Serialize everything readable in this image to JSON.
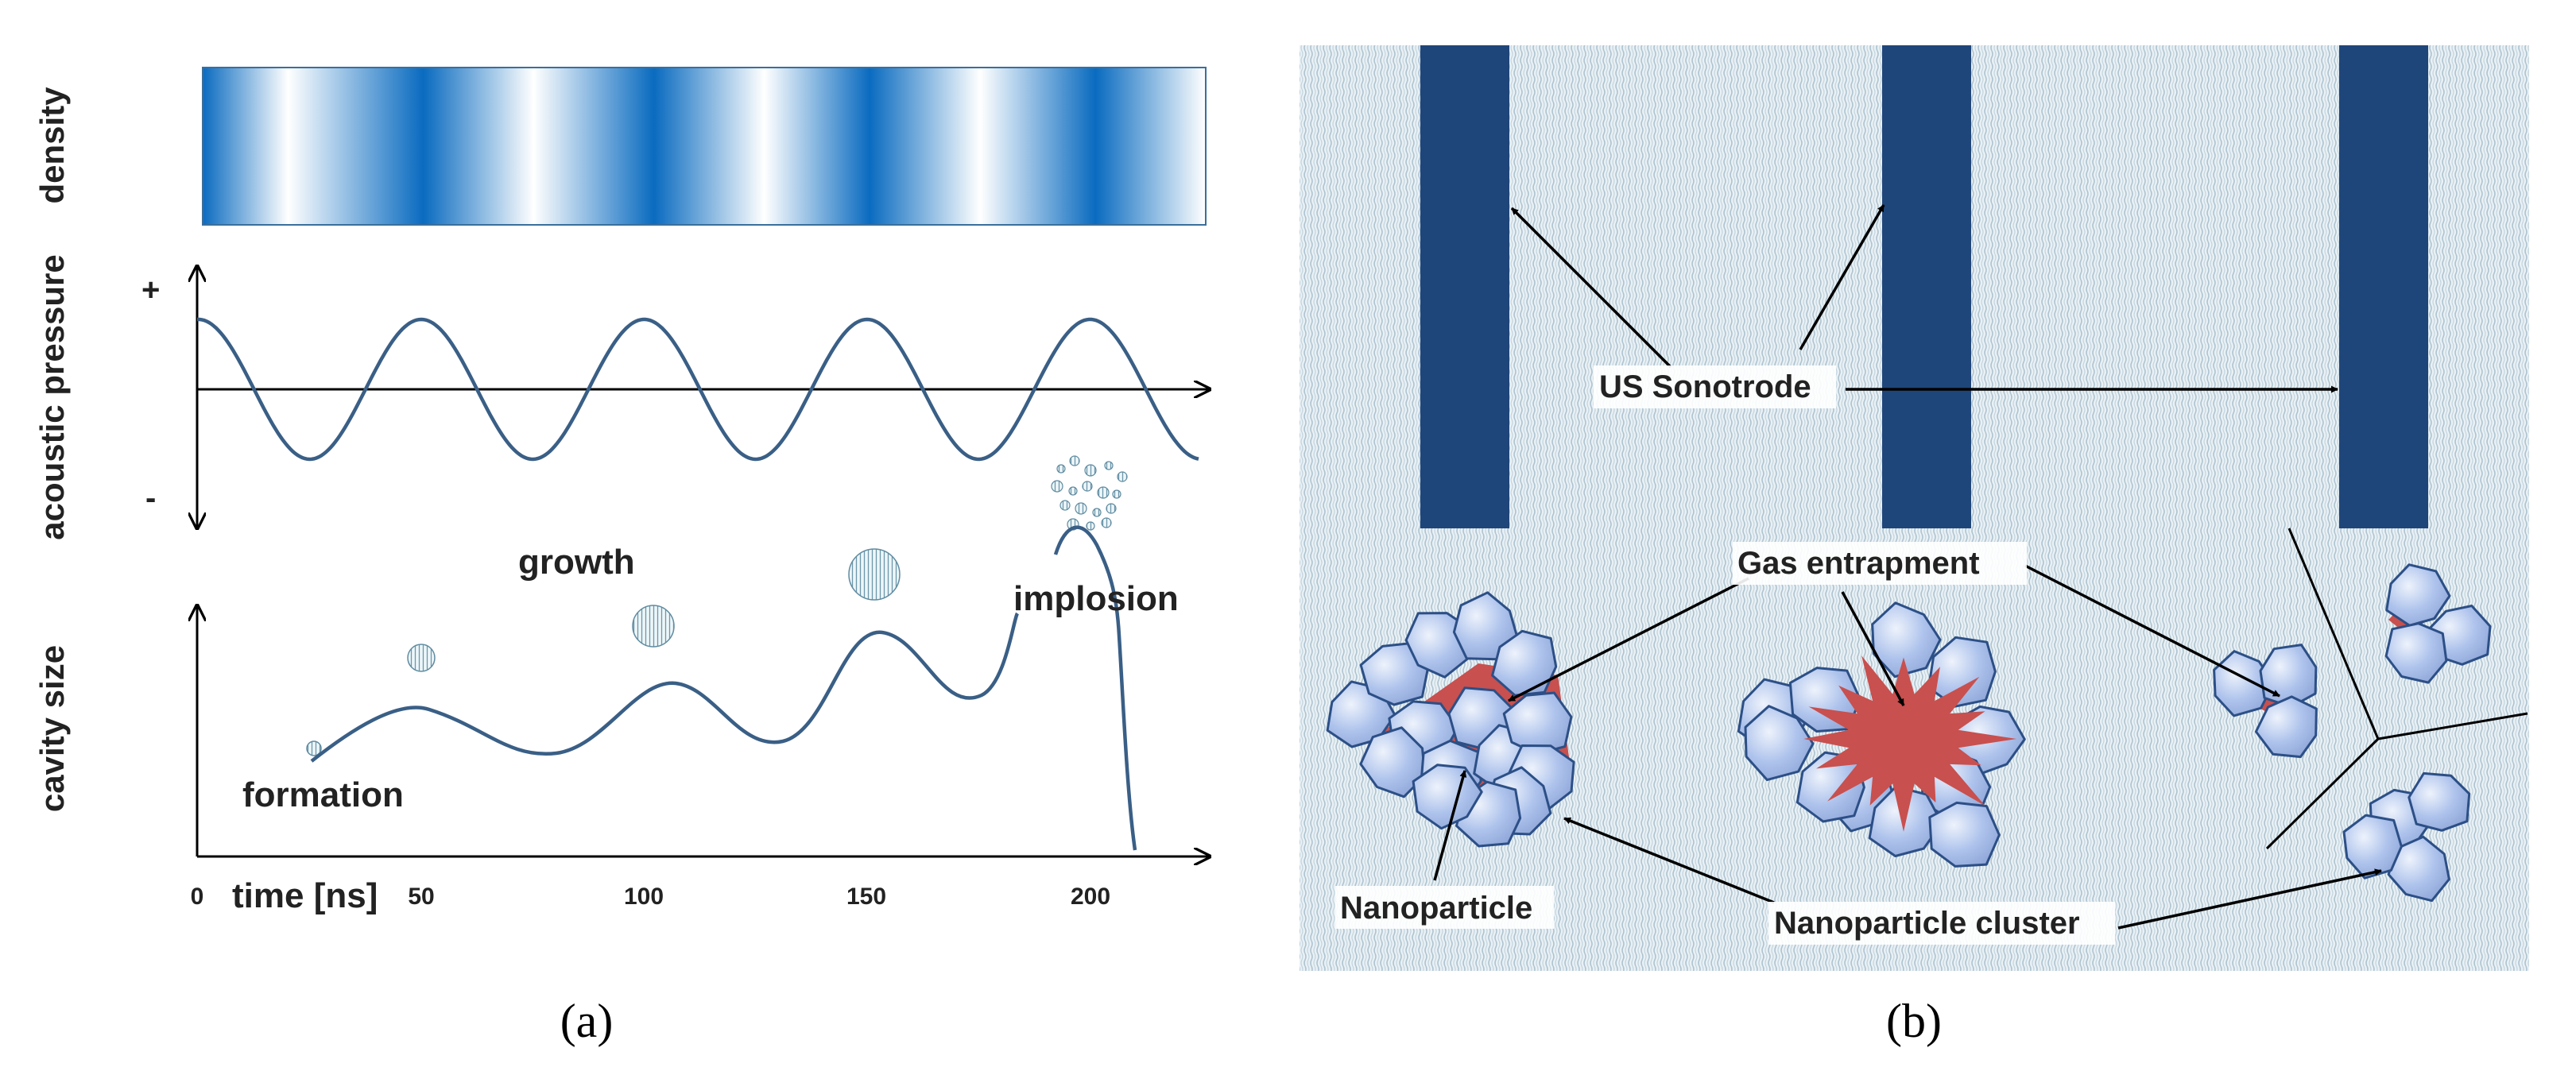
{
  "panel_a": {
    "caption": "(a)",
    "density_label": "density",
    "pressure_label": "acoustic pressure",
    "pressure_plus": "+",
    "pressure_minus": "-",
    "cavity_label": "cavity size",
    "x_axis_label": "time [ns]",
    "x_ticks": [
      "0",
      "50",
      "100",
      "150",
      "200"
    ],
    "annotations": {
      "formation": "formation",
      "growth": "growth",
      "implosion": "implosion"
    }
  },
  "panel_b": {
    "caption": "(b)",
    "labels": {
      "sonotrode": "US Sonotrode",
      "gas": "Gas entrapment",
      "nanoparticle": "Nanoparticle",
      "cluster": "Nanoparticle cluster"
    }
  },
  "colors": {
    "density_blue": "#0a6bc0",
    "curve": "#3a5f86",
    "sonotrode": "#1f467a",
    "particle_fill": "#a6bce8",
    "particle_stroke": "#2c4f86",
    "gas": "#c8504e",
    "water_bg": "#e9f1f5",
    "water_line": "#aec3d0"
  }
}
